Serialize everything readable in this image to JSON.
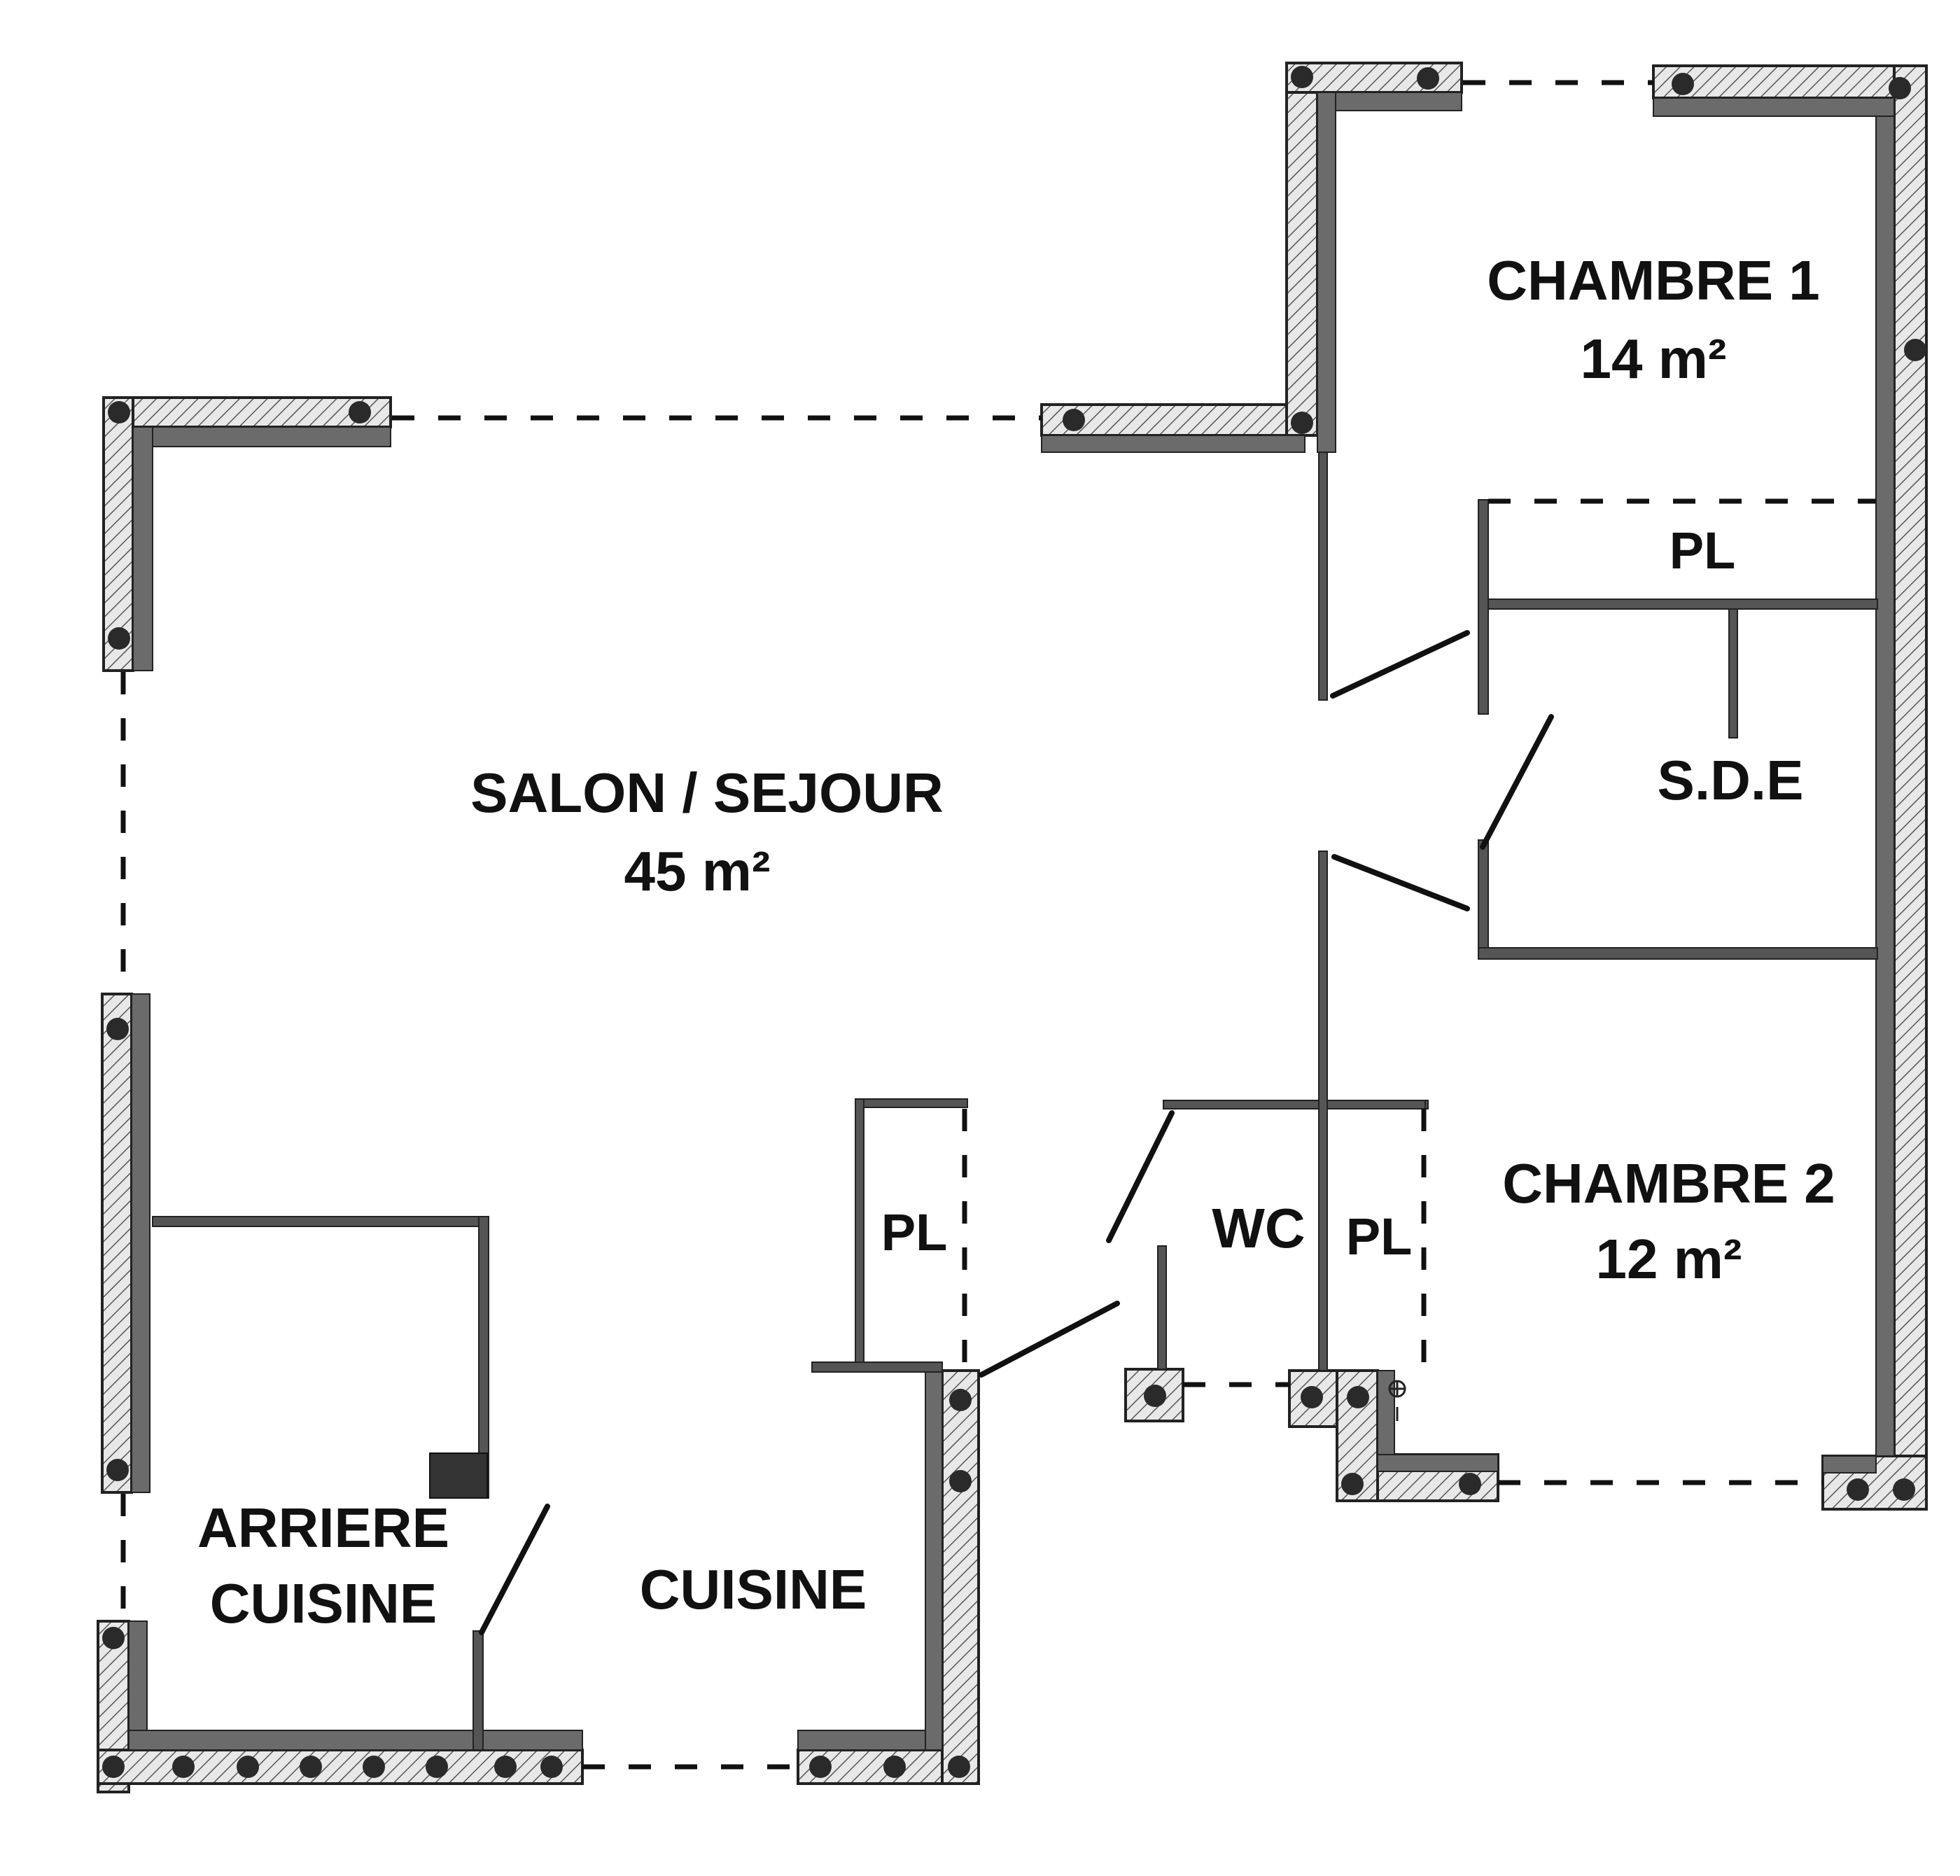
{
  "colors": {
    "wall_fill": "#e4e4e4",
    "wall_stroke": "#222222",
    "insulation": "#6b6b6b",
    "column": "#2a2a2a",
    "partition": "#555555",
    "text": "#111111"
  },
  "rooms": {
    "salon": {
      "name": "SALON / SEJOUR",
      "area": "45 m²"
    },
    "chambre1": {
      "name": "CHAMBRE 1",
      "area": "14 m²"
    },
    "chambre2": {
      "name": "CHAMBRE 2",
      "area": "12 m²"
    },
    "sde": {
      "name": "S.D.E"
    },
    "wc": {
      "name": "WC"
    },
    "cuisine": {
      "name": "CUISINE"
    },
    "arriere_cuisine": {
      "line1": "ARRIERE",
      "line2": "CUISINE"
    },
    "pl_top": {
      "name": "PL"
    },
    "pl_left": {
      "name": "PL"
    },
    "pl_mid": {
      "name": "PL"
    }
  },
  "icons": {
    "column": "column-icon",
    "door_swing": "door-swing-icon",
    "meter": "meter-icon"
  }
}
